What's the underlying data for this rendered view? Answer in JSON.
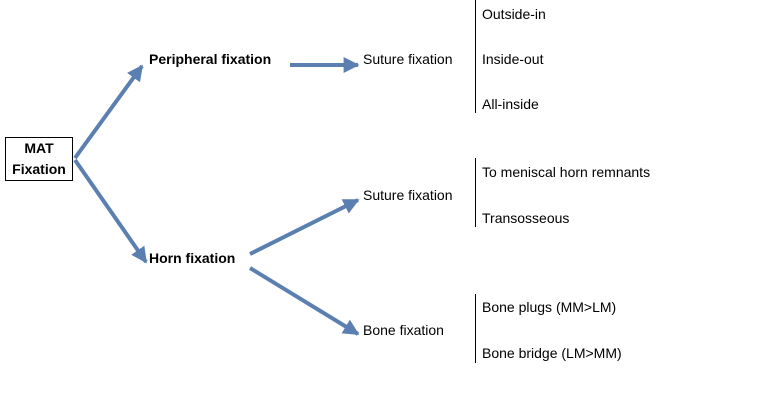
{
  "root": {
    "line1": "MAT",
    "line2": "Fixation"
  },
  "branches": {
    "peripheral": {
      "label": "Peripheral fixation",
      "child": "Suture fixation",
      "options": [
        "Outside-in",
        "Inside-out",
        "All-inside"
      ]
    },
    "horn": {
      "label": "Horn fixation",
      "suture": {
        "label": "Suture fixation",
        "options": [
          "To meniscal horn remnants",
          "Transosseous"
        ]
      },
      "bone": {
        "label": "Bone fixation",
        "options": [
          "Bone plugs (MM>LM)",
          "Bone bridge (LM>MM)"
        ]
      }
    }
  },
  "colors": {
    "arrow": "#5b7fb0",
    "text": "#000000",
    "bracket": "#000000"
  }
}
